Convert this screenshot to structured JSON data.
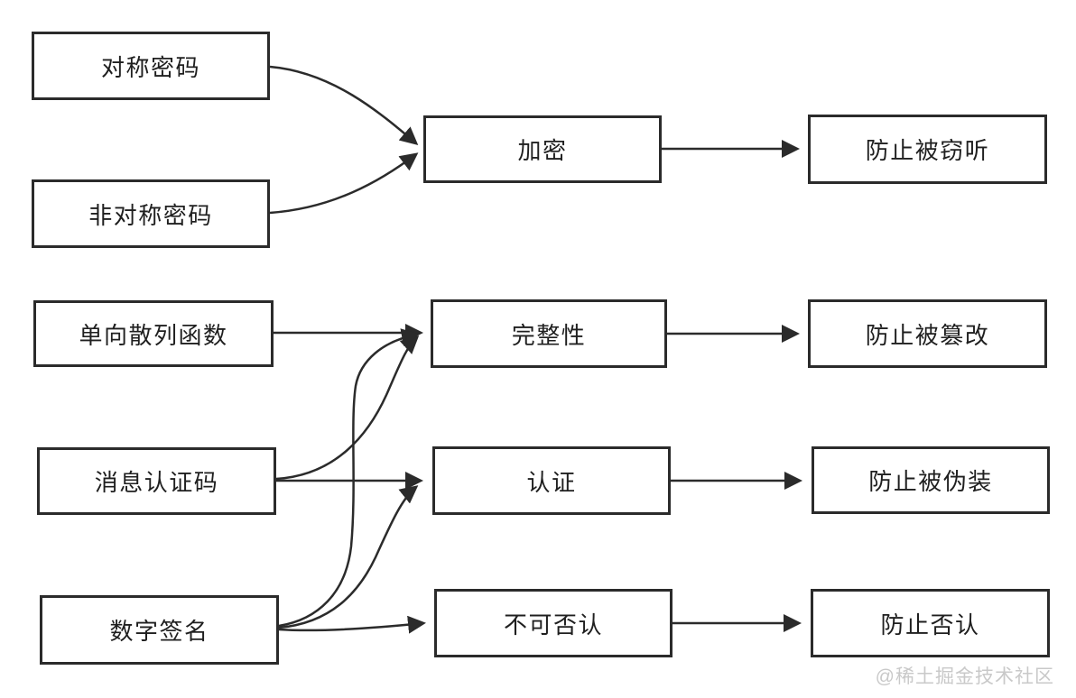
{
  "diagram": {
    "type": "flowchart",
    "colors": {
      "background": "#ffffff",
      "line": "#2b2b2b",
      "box_border": "#2b2b2b",
      "box_fill": "#ffffff",
      "text": "#1f1f1f",
      "watermark": "#c9c9c9"
    },
    "nodes": {
      "symmetric_cipher": {
        "label": "对称密码"
      },
      "asymmetric_cipher": {
        "label": "非对称密码"
      },
      "one_way_hash": {
        "label": "单向散列函数"
      },
      "mac": {
        "label": "消息认证码"
      },
      "digital_signature": {
        "label": "数字签名"
      },
      "encryption": {
        "label": "加密"
      },
      "integrity": {
        "label": "完整性"
      },
      "authentication": {
        "label": "认证"
      },
      "non_repudiation": {
        "label": "不可否认"
      },
      "prevent_eavesdropping": {
        "label": "防止被窃听"
      },
      "prevent_tampering": {
        "label": "防止被篡改"
      },
      "prevent_spoofing": {
        "label": "防止被伪装"
      },
      "prevent_denial": {
        "label": "防止否认"
      }
    },
    "edges": [
      {
        "from": "对称密码",
        "to": "加密"
      },
      {
        "from": "非对称密码",
        "to": "加密"
      },
      {
        "from": "单向散列函数",
        "to": "完整性"
      },
      {
        "from": "消息认证码",
        "to": "完整性"
      },
      {
        "from": "消息认证码",
        "to": "认证"
      },
      {
        "from": "数字签名",
        "to": "完整性"
      },
      {
        "from": "数字签名",
        "to": "认证"
      },
      {
        "from": "数字签名",
        "to": "不可否认"
      },
      {
        "from": "加密",
        "to": "防止被窃听"
      },
      {
        "from": "完整性",
        "to": "防止被篡改"
      },
      {
        "from": "认证",
        "to": "防止被伪装"
      },
      {
        "from": "不可否认",
        "to": "防止否认"
      }
    ],
    "watermark": "@稀土掘金技术社区"
  }
}
